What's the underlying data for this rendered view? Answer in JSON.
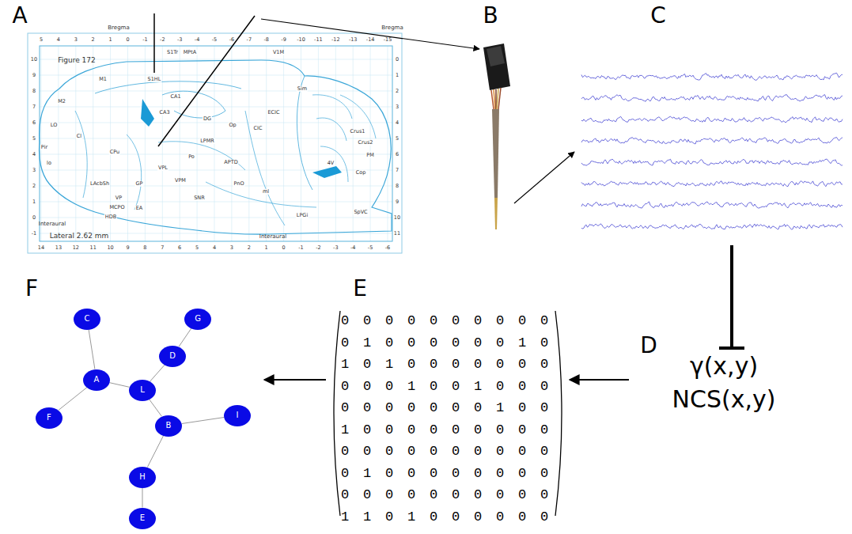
{
  "diagram": {
    "nodes": [
      {
        "text": [
          "C"
        ]
      },
      {
        "text": [
          "G"
        ]
      },
      {
        "text": [
          "D"
        ]
      },
      {
        "text": [
          "A"
        ]
      },
      {
        "text": [
          "L"
        ]
      },
      {
        "text": [
          "F"
        ]
      },
      {
        "text": [
          "I"
        ]
      },
      {
        "text": [
          "B"
        ]
      },
      {
        "text": [
          "H"
        ]
      },
      {
        "text": [
          "E"
        ]
      }
    ],
    "edges": [
      {
        "from": 0,
        "to": 3,
        "arrow": "none"
      },
      {
        "from": 3,
        "to": 5,
        "arrow": "none"
      },
      {
        "from": 3,
        "to": 4,
        "arrow": "none"
      },
      {
        "from": 4,
        "to": 2,
        "arrow": "none"
      },
      {
        "from": 2,
        "to": 1,
        "arrow": "none"
      },
      {
        "from": 4,
        "to": 7,
        "arrow": "none"
      },
      {
        "from": 7,
        "to": 6,
        "arrow": "none"
      },
      {
        "from": 7,
        "to": 8,
        "arrow": "none"
      },
      {
        "from": 8,
        "to": 9,
        "arrow": "none"
      }
    ],
    "labels": [
      "A",
      "B",
      "C",
      "D",
      "E",
      "F",
      "γ(x,y)",
      "NCS(x,y)",
      "0 0 0 0 0 0 0 0 0 0",
      "0 1 0 0 0 0 0 0 1 0",
      "1 0 1 0 0 0 0 0 0 0",
      "0 0 0 1 0 0 1 0 0 0",
      "0 0 0 0 0 0 0 1 0 0",
      "1 0 0 0 0 0 0 0 0 0",
      "0 0 0 0 0 0 0 0 0 0",
      "0 1 0 0 0 0 0 0 0 0",
      "0 0 0 0 0 0 0 0 0 0",
      "1 1 0 1 0 0 0 0 0 0",
      "Figure 172",
      "Lateral 2.62 mm",
      "Bregma",
      "Bregma",
      "Interaural",
      "Interaural",
      "5",
      "4",
      "3",
      "2",
      "1",
      "0",
      "-1",
      "-2",
      "-3",
      "-4",
      "-5",
      "-6",
      "-7",
      "-8",
      "-9",
      "-10",
      "-11",
      "-12",
      "-13",
      "-14",
      "-15",
      "14",
      "13",
      "12",
      "11",
      "10",
      "9",
      "8",
      "7",
      "6",
      "5",
      "4",
      "3",
      "2",
      "1",
      "0",
      "-1",
      "-2",
      "-3",
      "-4",
      "-5",
      "-6",
      "10",
      "9",
      "8",
      "7",
      "6",
      "5",
      "4",
      "3",
      "2",
      "1",
      "0",
      "-1",
      "0",
      "1",
      "2",
      "3",
      "4",
      "5",
      "6",
      "7",
      "8",
      "9",
      "10",
      "11",
      "S1HL",
      "S1Tr",
      "MPtA",
      "V1M",
      "M1",
      "M2",
      "LO",
      "Cl",
      "Pir",
      "lo",
      "CPu",
      "CA1",
      "CA3",
      "DG",
      "LPMR",
      "Po",
      "VPL",
      "VPM",
      "APTD",
      "Op",
      "CIC",
      "ECIC",
      "Sim",
      "Crus1",
      "Crus2",
      "PM",
      "Cop",
      "4V",
      "SpVC",
      "LPGi",
      "PnO",
      "ml",
      "SNR",
      "GP",
      "LAcbSh",
      "VP",
      "MCPO",
      "HDB",
      "EA"
    ]
  }
}
